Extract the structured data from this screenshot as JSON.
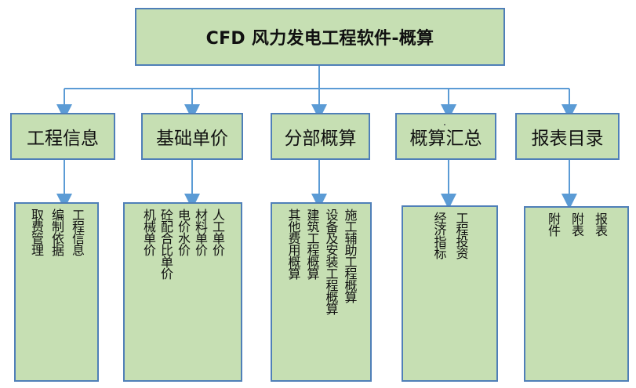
{
  "title": "CFD 风力发电工程软件-概算",
  "categories": [
    "工程信息",
    "基础单价",
    "分部概算",
    "概算汇总",
    "报表目录"
  ],
  "details": [
    [
      "取费管理",
      "编制依据",
      "工程信息"
    ],
    [
      "机械单价",
      "砼配合比单价",
      "电价水价",
      "材料单价",
      "人工单价"
    ],
    [
      "其他费用概算",
      "建筑工程概算",
      "设备及安装工程概算",
      "施工辅助工程概算"
    ],
    [
      "经济指标",
      "工程投资"
    ],
    [
      "附件",
      "附表",
      "报表"
    ]
  ]
}
